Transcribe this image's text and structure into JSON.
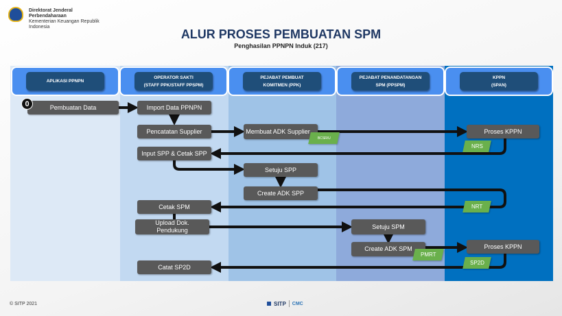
{
  "header": {
    "org_line1": "Direktorat  Jenderal",
    "org_line2": "Perbendaharaan",
    "org_line3": "Kementerian Keuangan Republik",
    "org_line4": "Indonesia",
    "title": "ALUR PROSES PEMBUATAN SPM",
    "subtitle": "Penghasilan  PPNPN Induk (217)"
  },
  "lanes": [
    {
      "label": "APLIKASI  PPNPN",
      "color": "#dde9f6"
    },
    {
      "label": "OPERATOR  SAKTI\n(STAFF  PPK/STAFF  PPSPM)",
      "color": "#c2d9f1"
    },
    {
      "label": "PEJABAT  PEMBUAT\nKOMITMEN  (PPK)",
      "color": "#9fc3e7"
    },
    {
      "label": "PEJABAT  PENANDATANGAN\nSPM  (PPSPM)",
      "color": "#8eaadb"
    },
    {
      "label": "KPPN\n(SPAN)",
      "color": "#0070c0"
    }
  ],
  "start_marker": "0",
  "steps": {
    "pembuatan_data": "Pembuatan Data",
    "import_data": "Import Data PPNPN",
    "pencatatan_supplier": "Pencatatan Supplier",
    "membuat_adk_supplier": "Membuat ADK Supplier",
    "proses_kppn_1": "Proses KPPN",
    "input_spp": "Input SPP & Cetak SPP",
    "setuju_spp": "Setuju SPP",
    "create_adk_spp": "Create ADK SPP",
    "cetak_spm": "Cetak SPM",
    "upload_dok": "Upload Dok. Pendukung",
    "setuju_spm": "Setuju SPM",
    "create_adk_spm": "Create ADK SPM",
    "proses_kppn_2": "Proses KPPN",
    "catat_sp2d": "Catat SP2D"
  },
  "tags": {
    "bcsr": "BCSR/U",
    "nrs": "NRS",
    "nrt": "NRT",
    "pmrt": "PMRT",
    "sp2d": "SP2D"
  },
  "footer": {
    "copyright": "© SITP 2021",
    "logo_sitp": "SITP",
    "logo_cmc": "CMC"
  },
  "colors": {
    "step": "#595959",
    "tag": "#6ab04c",
    "header_inner": "#1f4e79",
    "title": "#1f3864"
  }
}
